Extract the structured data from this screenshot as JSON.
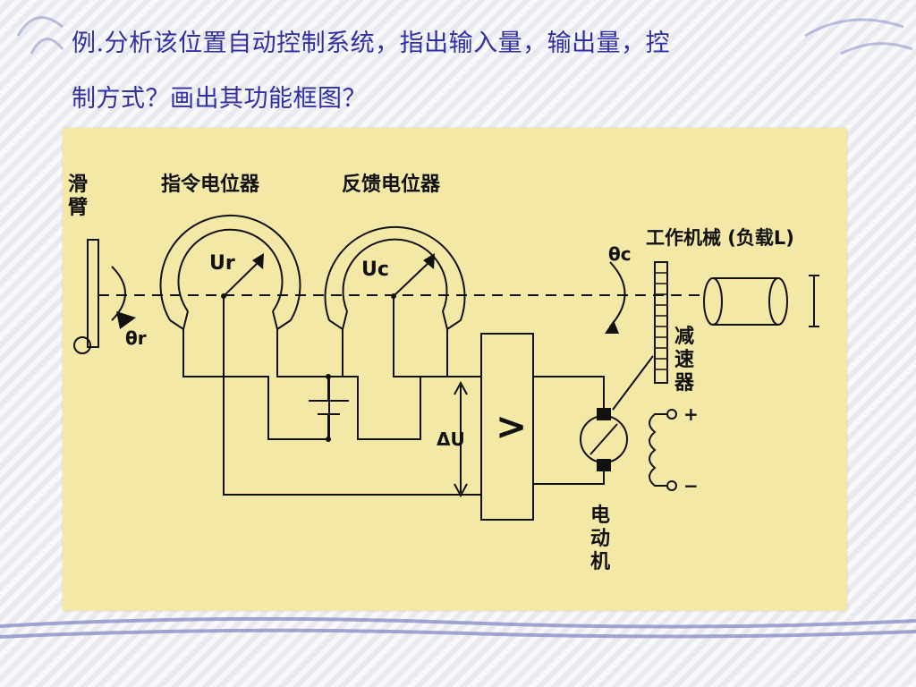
{
  "slide": {
    "title_line1": "例.分析该位置自动控制系统，指出输入量，输出量，控",
    "title_line2": "制方式？画出其功能框图？"
  },
  "diagram": {
    "slider_label_1": "滑",
    "slider_label_2": "臂",
    "command_pot_label": "指令电位器",
    "feedback_pot_label": "反馈电位器",
    "ur_label": "Ur",
    "uc_label": "Uc",
    "theta_r_label": "θr",
    "theta_c_label": "θc",
    "load_label": "工作机械 (负载L)",
    "reducer_label_1": "减",
    "reducer_label_2": "速",
    "reducer_label_3": "器",
    "delta_u_label": "ΔU",
    "amplifier_symbol": ">",
    "motor_label_1": "电",
    "motor_label_2": "动",
    "motor_label_3": "机",
    "plus_sign": "+",
    "minus_sign": "−"
  },
  "colors": {
    "title": "#2f2fa3",
    "figure_background": "#f3e8a6",
    "lines": "#111111"
  }
}
